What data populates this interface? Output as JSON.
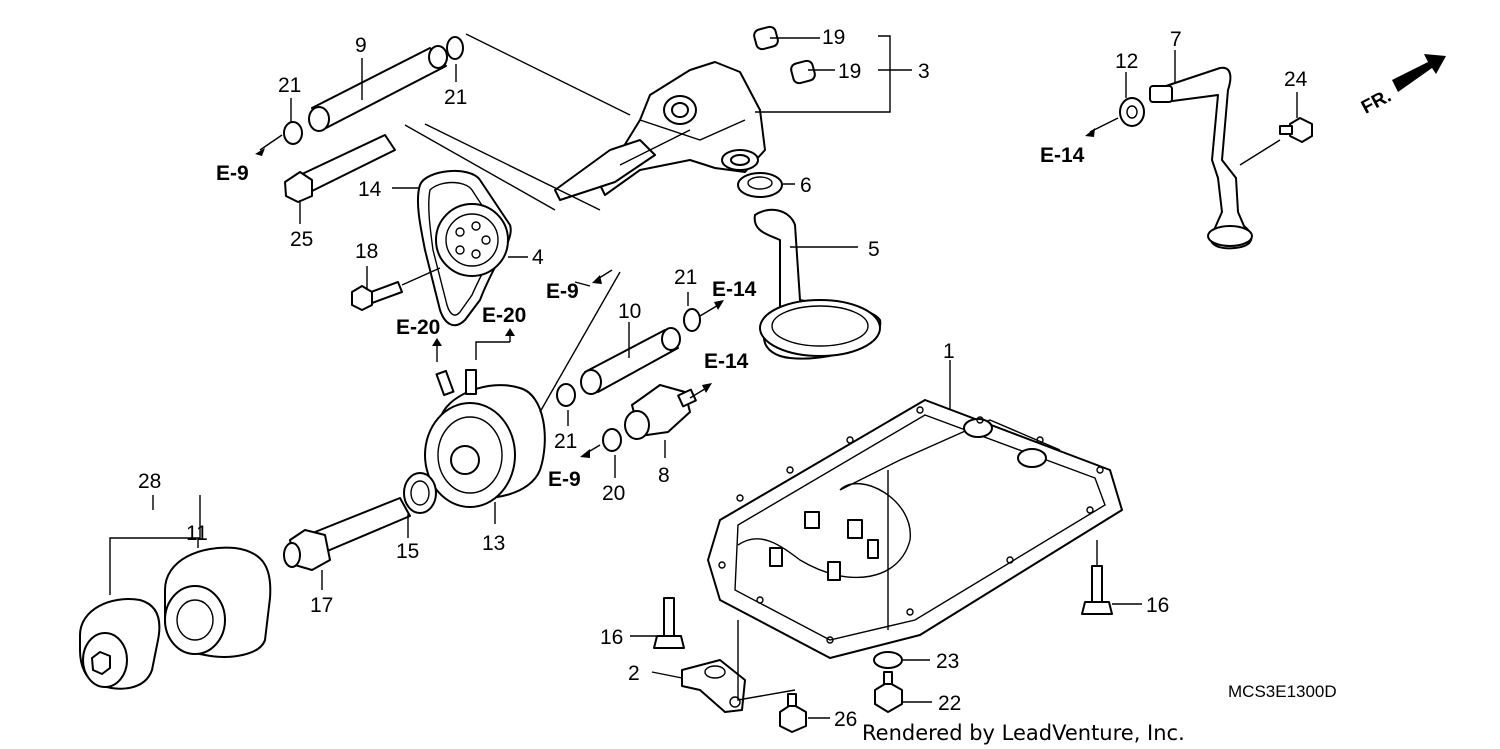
{
  "diagram": {
    "callouts": [
      "1",
      "2",
      "3",
      "4",
      "5",
      "6",
      "7",
      "8",
      "9",
      "10",
      "11",
      "12",
      "13",
      "14",
      "15",
      "16",
      "16",
      "17",
      "18",
      "19",
      "19",
      "20",
      "21",
      "21",
      "21",
      "21",
      "22",
      "23",
      "24",
      "25",
      "26",
      "28"
    ],
    "references": [
      "E-9",
      "E-9",
      "E-9",
      "E-14",
      "E-14",
      "E-14",
      "E-20",
      "E-20"
    ],
    "front_marker": "FR.",
    "diagram_code": "MCS3E1300D",
    "credit": "Rendered by LeadVenture, Inc."
  }
}
